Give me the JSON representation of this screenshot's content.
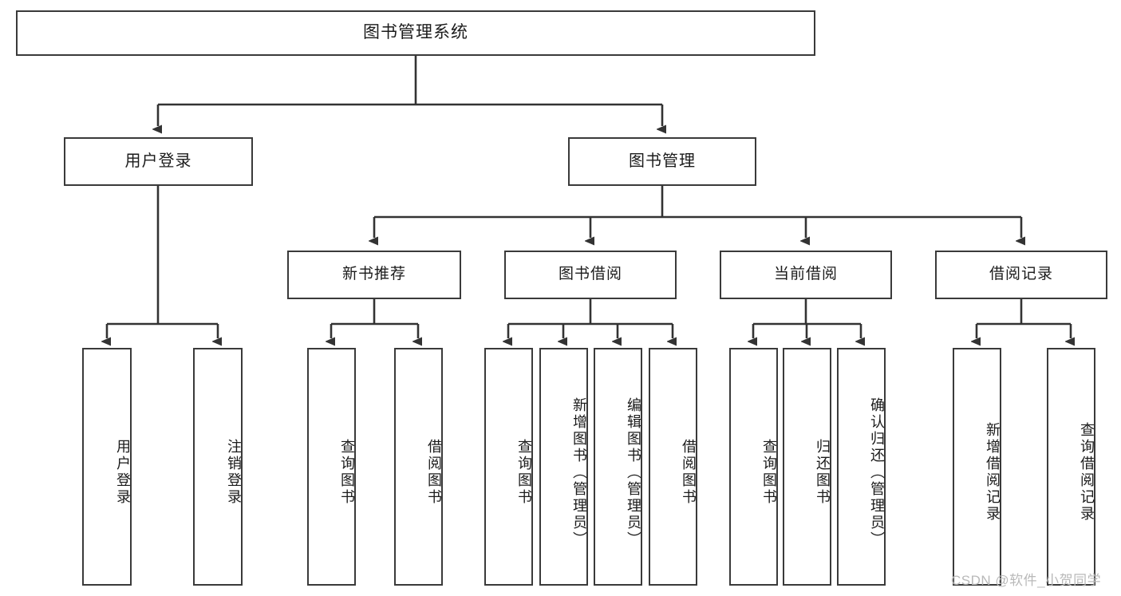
{
  "diagram": {
    "title": "图书管理系统",
    "type": "功能结构图",
    "watermark": "CSDN @软件_小贺同学",
    "colors": {
      "box_border": "#3a3a3a",
      "box_fill": "#ffffff",
      "connector": "#333333",
      "text": "#1b1b1b",
      "watermark": "#b9b9b9",
      "background": "#ffffff"
    },
    "root": {
      "label": "图书管理系统"
    },
    "level2": [
      {
        "label": "用户登录"
      },
      {
        "label": "图书管理"
      }
    ],
    "level3": [
      {
        "label": "新书推荐"
      },
      {
        "label": "图书借阅"
      },
      {
        "label": "当前借阅"
      },
      {
        "label": "借阅记录"
      }
    ],
    "leaves": {
      "user_login": [
        {
          "label": "用户登录"
        },
        {
          "label": "注销登录"
        }
      ],
      "new_book_recommend": [
        {
          "label": "查询图书"
        },
        {
          "label": "借阅图书"
        }
      ],
      "book_borrow": [
        {
          "label": "查询图书"
        },
        {
          "label": "新增图书（管理员）"
        },
        {
          "label": "编辑图书（管理员）"
        },
        {
          "label": "借阅图书"
        }
      ],
      "current_borrow": [
        {
          "label": "查询图书"
        },
        {
          "label": "归还图书"
        },
        {
          "label": "确认归还（管理员）"
        }
      ],
      "borrow_record": [
        {
          "label": "新增借阅记录"
        },
        {
          "label": "查询借阅记录"
        }
      ]
    }
  }
}
